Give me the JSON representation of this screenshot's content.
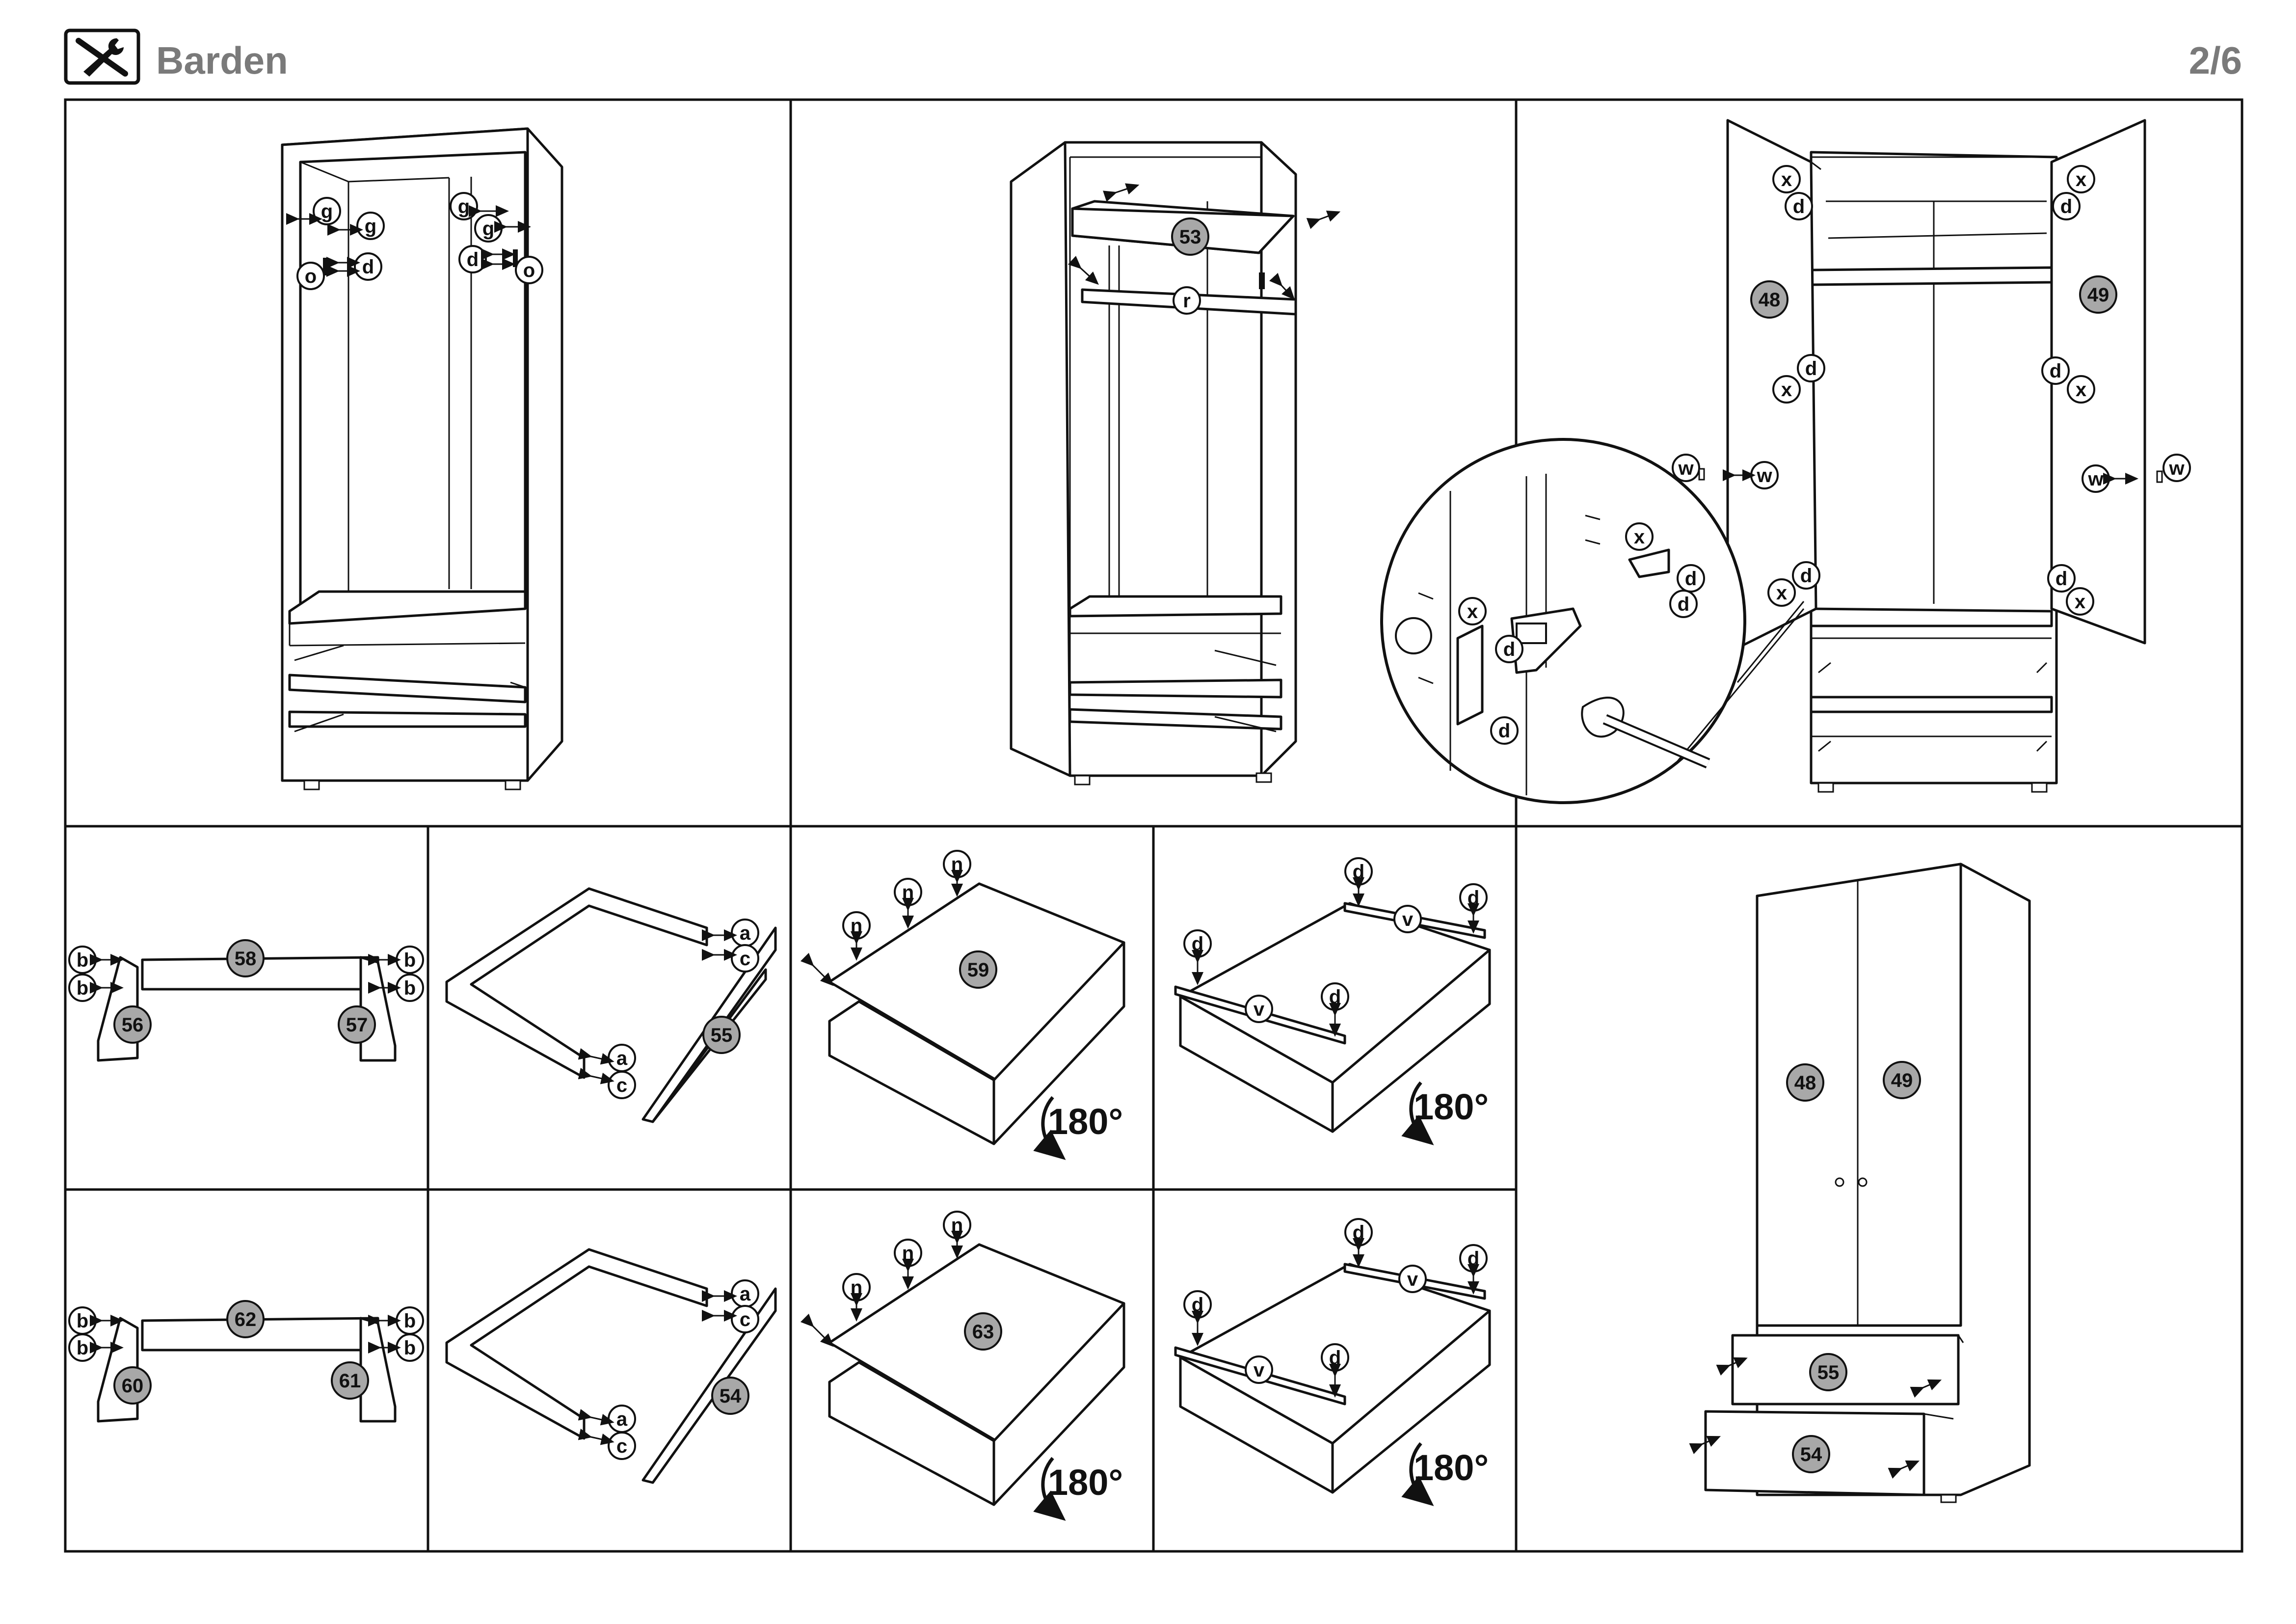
{
  "document": {
    "title": "Barden",
    "page": "2/6",
    "header_icon": "tools-icon"
  },
  "panels": {
    "p1": {
      "hardware": [
        "g",
        "g",
        "o",
        "d",
        "g",
        "g",
        "d",
        "o"
      ]
    },
    "p2": {
      "parts": [
        "53"
      ],
      "hardware": [
        "r"
      ]
    },
    "p3": {
      "parts": [
        "48",
        "49"
      ],
      "hardware": [
        "x",
        "d",
        "x",
        "d",
        "d",
        "x",
        "d",
        "x",
        "w",
        "w",
        "w",
        "w",
        "d",
        "x",
        "x",
        "d"
      ],
      "detail_hardware": [
        "x",
        "d",
        "d",
        "x",
        "d",
        "d"
      ]
    },
    "p4": {
      "parts": [
        "58",
        "56",
        "57"
      ],
      "hardware": [
        "b",
        "b",
        "b",
        "b"
      ]
    },
    "p5": {
      "parts": [
        "55"
      ],
      "hardware": [
        "a",
        "c",
        "a",
        "c"
      ]
    },
    "p6": {
      "parts": [
        "59"
      ],
      "hardware": [
        "n",
        "n",
        "n"
      ],
      "rotation": "180°"
    },
    "p7": {
      "hardware": [
        "d",
        "v",
        "d",
        "d",
        "v",
        "d"
      ],
      "rotation": "180°"
    },
    "p8": {
      "parts": [
        "62",
        "60",
        "61"
      ],
      "hardware": [
        "b",
        "b",
        "b",
        "b"
      ]
    },
    "p9": {
      "parts": [
        "54"
      ],
      "hardware": [
        "a",
        "c",
        "a",
        "c"
      ]
    },
    "p10": {
      "parts": [
        "63"
      ],
      "hardware": [
        "n",
        "n",
        "n"
      ],
      "rotation": "180°"
    },
    "p11": {
      "hardware": [
        "d",
        "v",
        "d",
        "d",
        "v",
        "d"
      ],
      "rotation": "180°"
    },
    "p12": {
      "parts": [
        "48",
        "49",
        "55",
        "54"
      ]
    }
  }
}
